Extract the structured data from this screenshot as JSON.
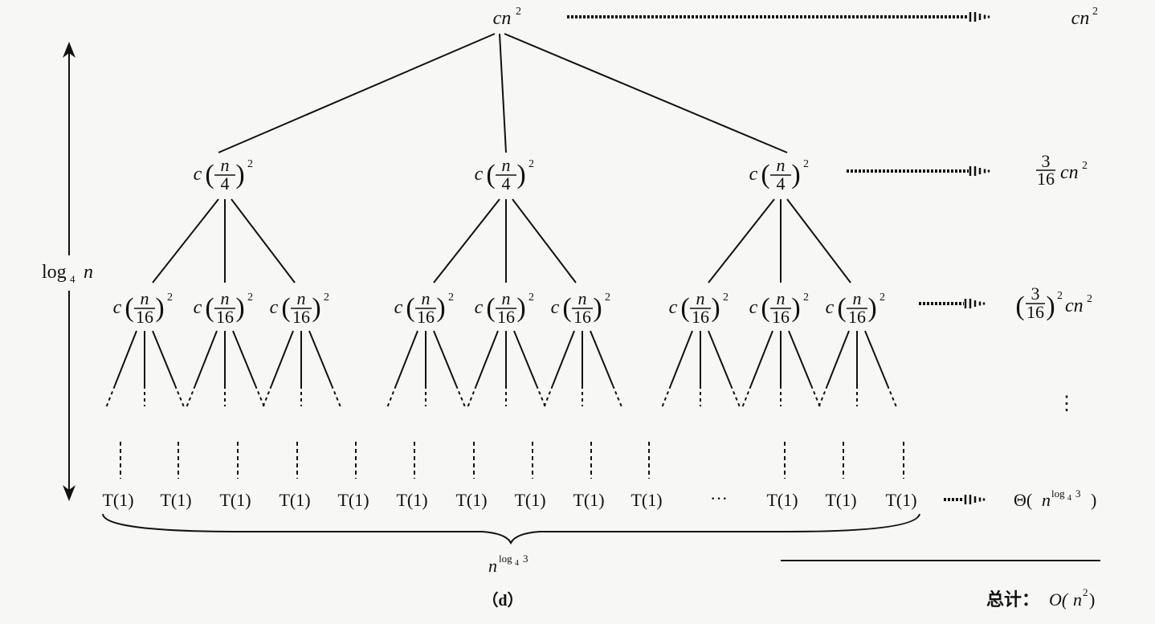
{
  "root": {
    "text": "cn",
    "exp": "2"
  },
  "level1_node": {
    "coef": "c",
    "num": "n",
    "den": "4",
    "exp": "2"
  },
  "level2_node": {
    "coef": "c",
    "num": "n",
    "den": "16",
    "exp": "2"
  },
  "leaf_label": "T(1)",
  "leaf_count_shown": 13,
  "leaf_ellipsis": "···",
  "height_label": {
    "base": "log",
    "sub": "4",
    "var": "n"
  },
  "leaf_total": {
    "base": "n",
    "sup": "log",
    "sup_sub": "4",
    "sup_arg": "3"
  },
  "level_costs": {
    "level0": {
      "text": "cn",
      "exp": "2"
    },
    "level1": {
      "num": "3",
      "den": "16",
      "text": "cn",
      "exp": "2"
    },
    "level2": {
      "num": "3",
      "den": "16",
      "outer_exp": "2",
      "text": "cn",
      "exp": "2"
    },
    "vdots": "⋮",
    "leaves": {
      "prefix": "Θ(",
      "base": "n",
      "sup": "log",
      "sup_sub": "4",
      "sup_arg": "3",
      "suffix": ")"
    }
  },
  "total": {
    "label": "总计：",
    "value_prefix": "O(",
    "base": "n",
    "exp": "2",
    "suffix": ")"
  },
  "caption": "（d）"
}
